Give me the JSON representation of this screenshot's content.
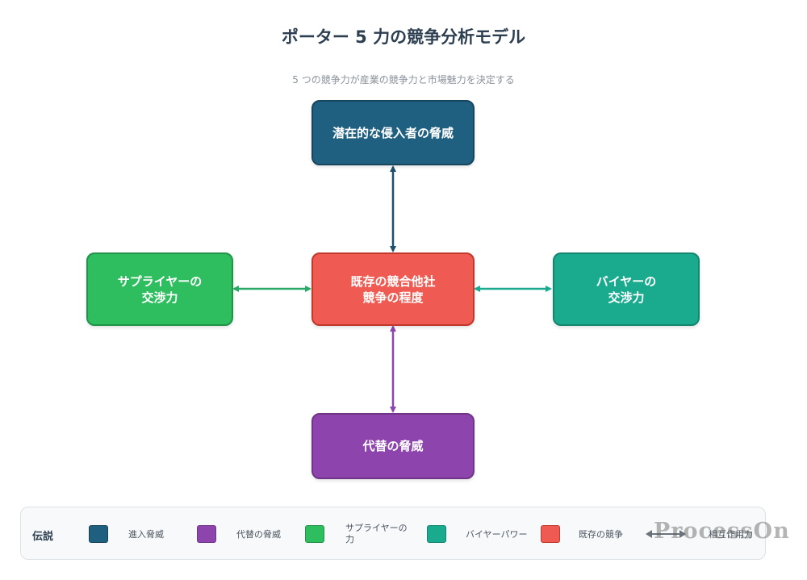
{
  "title": "ポーター 5 力の競争分析モデル",
  "subtitle": "5 つの競争力が産業の競争力と市場魅力を決定する",
  "forces": {
    "new_entrants": {
      "label": "潜在的な侵入者の脅威",
      "color": "#1f5f80",
      "arrow_color": "#1f4e6e"
    },
    "rivalry": {
      "label": "既存の競合他社\n競争の程度",
      "color": "#ef5b52",
      "border": "#c0392b"
    },
    "suppliers": {
      "label": "サプライヤーの\n交渉力",
      "color": "#2ebd5f",
      "arrow_color": "#2aa868"
    },
    "buyers": {
      "label": "バイヤーの\n交渉力",
      "color": "#1aab8f",
      "arrow_color": "#1aab8f"
    },
    "substitutes": {
      "label": "代替の脅威",
      "color": "#8e44ad",
      "arrow_color": "#8e44ad"
    }
  },
  "legend": {
    "title": "伝説",
    "items": [
      {
        "label": "進入脅威",
        "color": "#1f5f80"
      },
      {
        "label": "代替の脅威",
        "color": "#8e44ad"
      },
      {
        "label": "サプライヤーの\n力",
        "color": "#2ebd5f"
      },
      {
        "label": "バイヤーパワー",
        "color": "#1aab8f"
      },
      {
        "label": "既存の競争",
        "color": "#ef5b52"
      }
    ],
    "interaction_label": "相互作用力"
  },
  "watermark": "ProcessOn"
}
